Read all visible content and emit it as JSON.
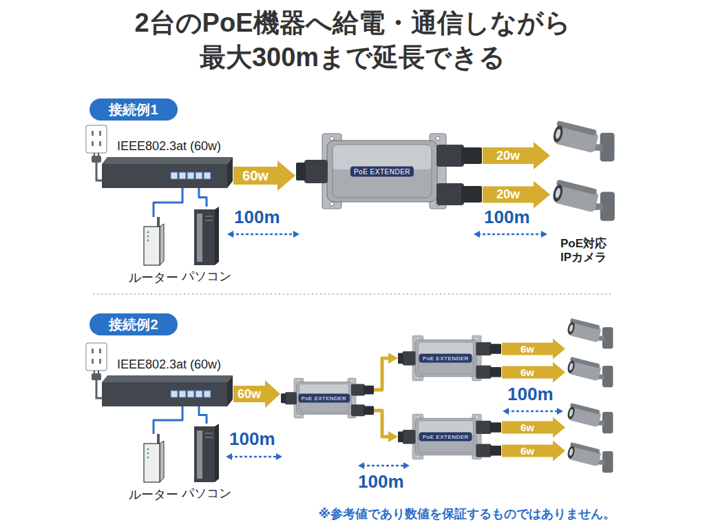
{
  "diagram": {
    "title": "2台のPoE機器へ給電・通信しながら 最大300mまで延長できる",
    "caption": "※参考値であり数値を保証するものではありません。",
    "nodes": [
      {
        "text": [
          "接続例1"
        ]
      },
      {
        "text": [
          "IEEE802.3at (60w)"
        ]
      },
      {
        "text": [
          "ルーター"
        ]
      },
      {
        "text": [
          "パソコン"
        ]
      },
      {
        "text": [
          "PoE EXTENDER"
        ]
      },
      {
        "text": []
      },
      {
        "text": [
          "PoE対応 IPカメラ"
        ]
      },
      {
        "text": [
          "接続例2"
        ]
      },
      {
        "text": [
          "IEEE802.3at (60w)"
        ]
      },
      {
        "text": [
          "ルーター"
        ]
      },
      {
        "text": [
          "パソコン"
        ]
      },
      {
        "text": [
          "PoE EXTENDER"
        ]
      },
      {
        "text": [
          "PoE EXTENDER"
        ]
      },
      {
        "text": []
      },
      {
        "text": []
      },
      {
        "text": [
          "PoE EXTENDER"
        ]
      },
      {
        "text": []
      },
      {
        "text": []
      }
    ],
    "edges": [
      {
        "from": 1,
        "to": 4,
        "arrow": "to",
        "label": "60w"
      },
      {
        "from": 1,
        "to": 2,
        "arrow": "none"
      },
      {
        "from": 1,
        "to": 3,
        "arrow": "none"
      },
      {
        "from": 4,
        "to": 5,
        "arrow": "to",
        "label": "20w"
      },
      {
        "from": 4,
        "to": 6,
        "arrow": "to",
        "label": "20w"
      },
      {
        "from": 8,
        "to": 11,
        "arrow": "to",
        "label": "60w"
      },
      {
        "from": 8,
        "to": 9,
        "arrow": "none"
      },
      {
        "from": 8,
        "to": 10,
        "arrow": "none"
      },
      {
        "from": 11,
        "to": 12,
        "arrow": "to"
      },
      {
        "from": 11,
        "to": 15,
        "arrow": "to"
      },
      {
        "from": 12,
        "to": 13,
        "arrow": "to",
        "label": "6w"
      },
      {
        "from": 12,
        "to": 14,
        "arrow": "to",
        "label": "6w"
      },
      {
        "from": 15,
        "to": 16,
        "arrow": "to",
        "label": "6w"
      },
      {
        "from": 15,
        "to": 17,
        "arrow": "to",
        "label": "6w"
      }
    ],
    "labels": [
      "100m",
      "100m",
      "100m",
      "100m",
      "100m"
    ]
  }
}
